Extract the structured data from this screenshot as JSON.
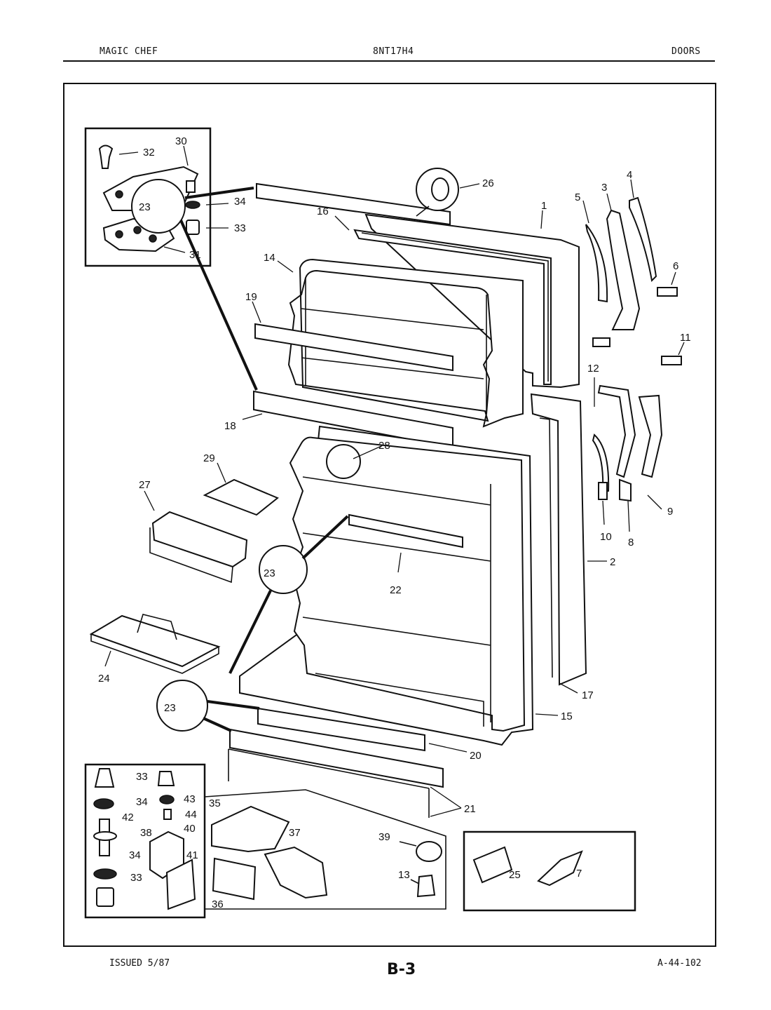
{
  "header": {
    "brand": "MAGIC CHEF",
    "model": "8NT17H4",
    "section": "DOORS"
  },
  "footer": {
    "issued": "ISSUED 5/87",
    "page_code": "B-3",
    "doc_number": "A-44-102"
  },
  "callouts": {
    "c1": "1",
    "c2": "2",
    "c3": "3",
    "c4": "4",
    "c5": "5",
    "c6": "6",
    "c7": "7",
    "c8": "8",
    "c9": "9",
    "c10": "10",
    "c11": "11",
    "c12": "12",
    "c13": "13",
    "c14": "14",
    "c15": "15",
    "c16": "16",
    "c17": "17",
    "c18": "18",
    "c19": "19",
    "c20": "20",
    "c21": "21",
    "c22": "22",
    "c23": "23",
    "c24": "24",
    "c25": "25",
    "c26": "26",
    "c27": "27",
    "c28": "28",
    "c29": "29",
    "c30": "30",
    "c31": "31",
    "c32": "32",
    "c33": "33",
    "c34": "34",
    "c35": "35",
    "c36": "36",
    "c37": "37",
    "c38": "38",
    "c39": "39",
    "c40": "40",
    "c41": "41",
    "c42": "42",
    "c43": "43",
    "c44": "44"
  }
}
